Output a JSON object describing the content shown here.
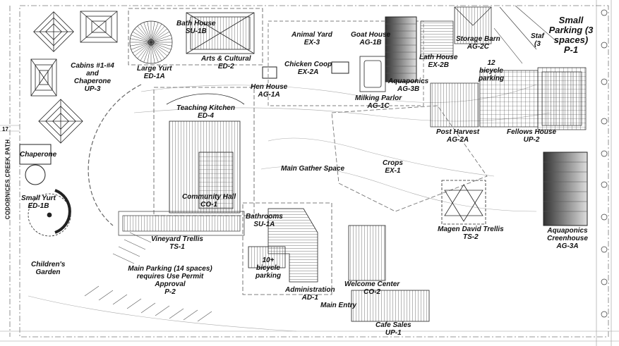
{
  "side_label": "CODORNICES CREEK PATH",
  "callout_17": "17",
  "labels": {
    "bath_house": {
      "name": "Bath House",
      "code": "SU-1B"
    },
    "cabins": {
      "name": "Cabins #1-#4 and Chaperone",
      "code": "UP-3"
    },
    "large_yurt": {
      "name": "Large Yurt",
      "code": "ED-1A"
    },
    "arts": {
      "name": "Arts & Cultural",
      "code": "ED-2"
    },
    "animal_yard": {
      "name": "Animal Yard",
      "code": "EX-3"
    },
    "goat_house": {
      "name": "Goat House",
      "code": "AG-1B"
    },
    "storage_barn": {
      "name": "Storage Barn",
      "code": "AG-2C"
    },
    "small_parking": {
      "name": "Small Parking (3 spaces)",
      "code": "P-1"
    },
    "staff": {
      "name": "Staf",
      "code": "(3"
    },
    "lath_house": {
      "name": "Lath House",
      "code": "EX-2B"
    },
    "bicycle_12": {
      "name": "12 bicycle parking",
      "code": ""
    },
    "chicken_coop": {
      "name": "Chicken Coop",
      "code": "EX-2A"
    },
    "hen_house": {
      "name": "Hen House",
      "code": "AG-1A"
    },
    "aquaponics_b": {
      "name": "Aquaponics",
      "code": "AG-3B"
    },
    "milking": {
      "name": "Milking Parlor",
      "code": "AG-1C"
    },
    "teaching_kitchen": {
      "name": "Teaching Kitchen",
      "code": "ED-4"
    },
    "post_harvest": {
      "name": "Post Harvest",
      "code": "AG-2A"
    },
    "fellows_house": {
      "name": "Fellows House",
      "code": "UP-2"
    },
    "chaperone": {
      "name": "Chaperone",
      "code": ""
    },
    "crops": {
      "name": "Crops",
      "code": "EX-1"
    },
    "main_gather": {
      "name": "Main Gather Space",
      "code": ""
    },
    "small_yurt": {
      "name": "Small Yurt",
      "code": "ED-1B"
    },
    "community_hall": {
      "name": "Community Hall",
      "code": "CO-1"
    },
    "bathrooms": {
      "name": "Bathrooms",
      "code": "SU-1A"
    },
    "magen_david": {
      "name": "Magen David Trellis",
      "code": "TS-2"
    },
    "aquaponics_a": {
      "name": "Aquaponics Creenhouse",
      "code": "AG-3A"
    },
    "vineyard": {
      "name": "Vineyard Trellis",
      "code": "TS-1"
    },
    "bicycle_10": {
      "name": "10+ bicycle parking",
      "code": ""
    },
    "childrens_garden": {
      "name": "Children's Garden",
      "code": ""
    },
    "main_parking": {
      "name": "Main Parking (14 spaces) requires Use Permit Approval",
      "code": "P-2"
    },
    "welcome_center": {
      "name": "Welcome Center",
      "code": "CO-2"
    },
    "administration": {
      "name": "Administration",
      "code": "AD-1"
    },
    "main_entry": {
      "name": "Main Entry",
      "code": ""
    },
    "cafe_sales": {
      "name": "Cafe Sales",
      "code": "UP-1"
    }
  }
}
